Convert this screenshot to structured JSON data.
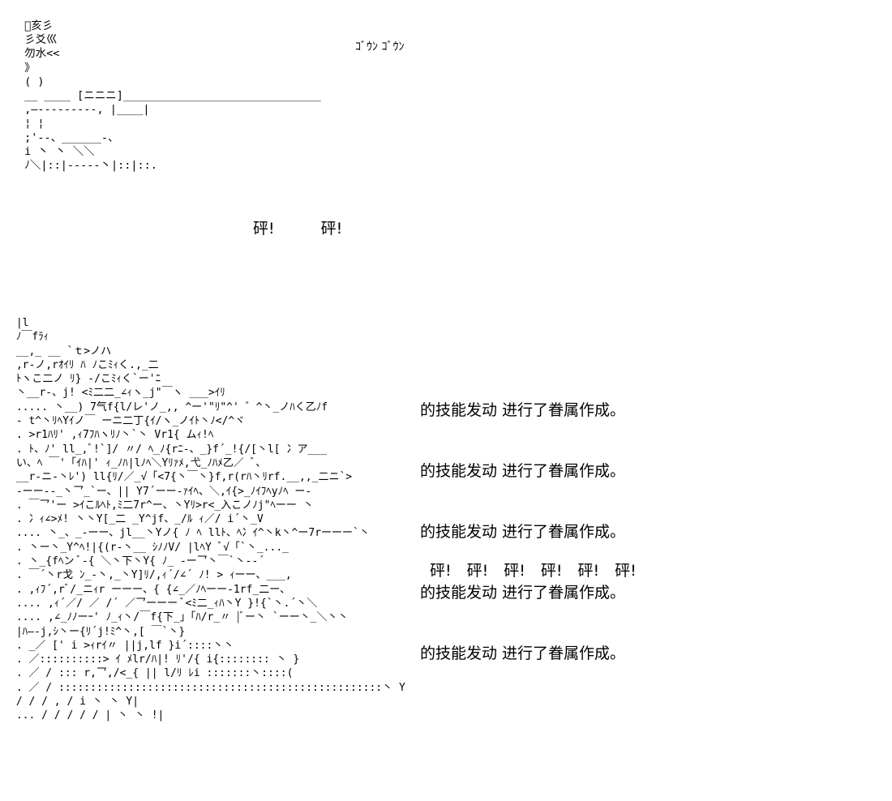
{
  "art_top": " ﾞ亥彡\n 彡爻巛\n 勿水<<\n 》\n ( )\n __ ____ [ニニニ]______________________________\n ,—‐‐‐‐‐‐‐‐‐, |____|\n ¦ ¦\n ;'‐-、______-、\n i 丶 丶 ＼＼\n ﾉ＼|::|‐‐‐‐‐丶|::|::.",
  "art_bottom": " |l\n ﾉ￣fﾗｨ\n __,_ __ `ｔ>ノハ\n ,r-ノ,rｵｲﾘ ﾊ ﾉこﾐｨく.,_二\n ﾄヽこ二ノ ﾘ} -/こﾐｨく`ー'ﾆ\n 丶__r-、j! <ﾐ二二_∠ｨヽ_j\"￣ヽ ___>ｲﾘ\n ..... 丶__) 7气f{l/レ'ノ_,, ^ー'\"ﾘ\"^' ゛^丶_ノﾊく乙ﾉf\n ‐ t^丶ﾘﾍYｲノ￣ ーニ二丁{ｲ/ヽ_ノｲﾄ丶ﾉ</^ヾ\n . >r1ﾊﾘ' ,ｨ7ﾌﾊヽﾘﾉ丶`丶 Vr1{ ムｨ!ﾍ\n . ﾄ、ﾉ' ll_,ﾞ!`]/ 〃/ ﾍ_ﾉ{rﾆ‐、_}f´_!{/[丶l[ 冫ア___\n い、ﾍ ￣'「ｲﾊ|' ｨ_ﾉﾊ|lﾉﾍ＼Yﾘｧﾒ,弋_ﾉﾊﾒ乙／ ﾞ、\n __r‐ニ‐丶ﾚ') ll{ﾘ/／_√「<7{丶￣丶}f,r(rﾊ丶ﾘrf.__,,_二ニ`>\n ‐ーー‐-_丶乛_`ー、|| Y7´ーー-ｧｲﾍ、＼,ｲ{>_ﾉｲﾌﾍyﾉﾍ ー-\n . ￣乛'ー >ｲこﾙﾍﾄ,ﾐ二7r^ー、丶Yﾘ>r<_入こノﾉj\"ﾍーー 丶\n . 冫ｨ∠>ﾒ! 丶丶Y[_二 _Y^jf、_/ﾙ ｨ／/ i´丶_V\n .... 丶_、_-ーー、jl__丶Yノ{ ﾉ ﾍ llﾄ、ﾍ冫ｲ^丶k丶^ー7rーーー`丶\n . 丶ー丶_Y^ﾍ!|{(r-丶__ ｼﾉﾉV/ |lﾍY ﾞ√「`丶_..._\n . 丶_{fﾍン ﾞ-{ ＼丶下丶Y{ ﾉ_ -ー乛丶￣`丶-‐´\n . ￣´丶r戈 ﾝ_-丶,_丶Y]ﾘ/,ｨ´/∠´ ﾉ! > ｨーー、___,\n . ,ｨﾌ´,rﾞ/_ニｨr ーーー、{ {∠_／ﾉﾍーー‐1rf_二ー、\n .... ,ｨ´／/ ／ /´ ／乛ーーー ﾞ<ﾐ二_ｨﾊ丶Y }!{`丶.´丶＼\n .... ,∠_ﾉﾉーｰ' ﾉ_ｨ丶/￣f{下_」「ﾊ/r_〃 |ﾞー丶 `ーー丶_＼丶丶\n |ﾊ—-j,ｼ丶ー{ﾘ´j!ﾐ^丶,[ ￣`丶}\n . _／ [' i >ｨrｲ〃 ||j,lf }i´::::丶丶\n . ／::::::::::> ｲ ﾒlr/ﾊ|! ﾘ'/{ i{:::::::: 丶 }\n . ／ / ::: r,乛,/<_{ || l/ﾘ ﾚi :::::::丶::::(\n . ／ / :::::::::::::::::::::::::::::::::::::::::::::::::::丶 Y\n / / / , / i 丶 丶 Y|\n ... / / / / / | 丶 丶 !|",
  "sfx": {
    "gon": "ｺﾞｳﾝ ｺﾞｳﾝ",
    "peng": "砰!　　　砰!",
    "peng_row": "砰!　砰!　砰!　砰!　砰!　砰!"
  },
  "text_lines": [
    "的技能发动 进行了眷属作成。",
    "的技能发动 进行了眷属作成。",
    "的技能发动 进行了眷属作成。",
    "的技能发动 进行了眷属作成。",
    "的技能发动 进行了眷属作成。"
  ]
}
